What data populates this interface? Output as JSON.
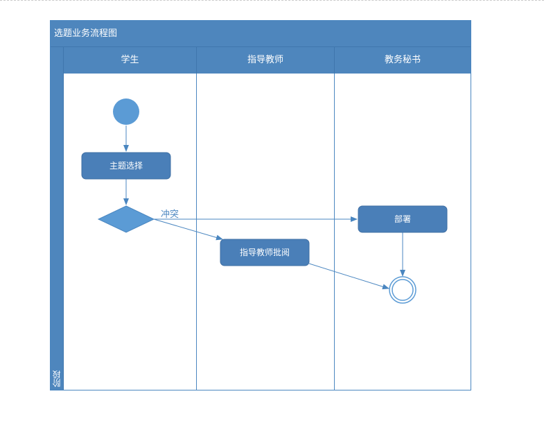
{
  "diagram": {
    "title": "选题业务流程图",
    "stage_label": "阶段",
    "lanes": [
      {
        "label": "学生"
      },
      {
        "label": "指导教师"
      },
      {
        "label": "教务秘书"
      }
    ]
  },
  "nodes": {
    "topic_select": "主题选择",
    "deploy": "部署",
    "teacher_review": "指导教师批阅"
  },
  "edges": {
    "conflict_label": "冲突"
  },
  "colors": {
    "header_fill": "#4e86bd",
    "node_fill": "#4a7fb8",
    "start_fill": "#5b9bd5",
    "decision_fill": "#5b9bd5",
    "line": "#4a86c0"
  }
}
